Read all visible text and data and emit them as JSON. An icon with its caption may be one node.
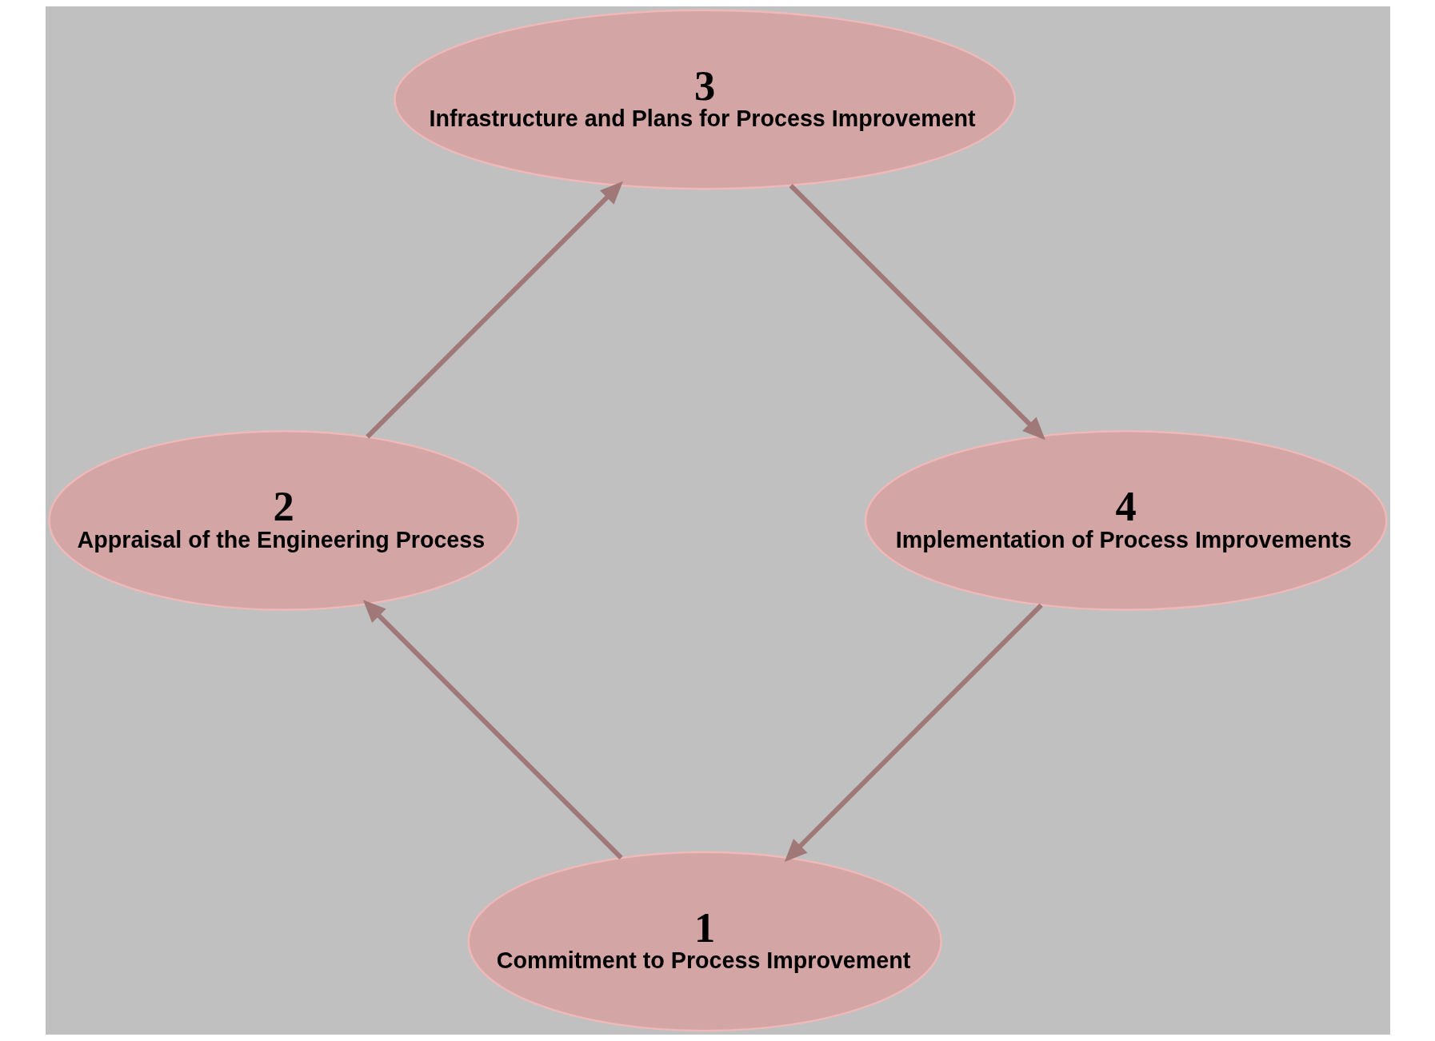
{
  "diagram": {
    "nodes": [
      {
        "text": [
          "1",
          "Commitment to Process Improvement"
        ]
      },
      {
        "text": [
          "2",
          "Appraisal of the Engineering Process"
        ]
      },
      {
        "text": [
          "3",
          "Infrastructure and Plans for Process Improvement"
        ]
      },
      {
        "text": [
          "4",
          "Implementation of Process Improvements"
        ]
      }
    ],
    "edges": [
      {
        "from": 0,
        "to": 1,
        "arrow": "to"
      },
      {
        "from": 1,
        "to": 2,
        "arrow": "to"
      },
      {
        "from": 2,
        "to": 3,
        "arrow": "to"
      },
      {
        "from": 3,
        "to": 0,
        "arrow": "to"
      }
    ]
  }
}
